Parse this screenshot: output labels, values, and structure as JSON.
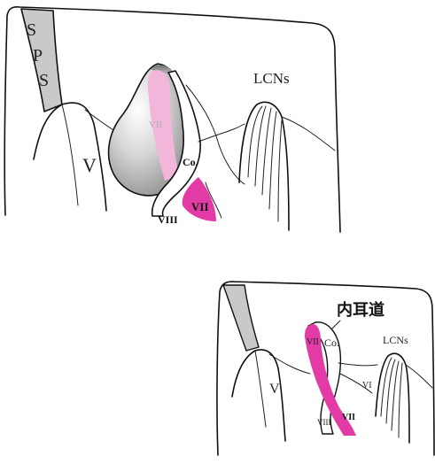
{
  "colors": {
    "nerve_magenta": "#e23ba5",
    "nerve_pale": "#f3b6db",
    "sinus_gray": "#c8c8c8",
    "tumor_gray": "#b9b9b9",
    "line": "#111111"
  },
  "top_figure": {
    "labels": {
      "sps_s1": "S",
      "sps_p": "P",
      "sps_s2": "S",
      "v": "V",
      "vii_upper": "VII",
      "co": "Co.",
      "vii_lower": "VII",
      "viii": "VIII",
      "lcns": "LCNs"
    }
  },
  "bottom_figure": {
    "labels": {
      "iac": "内耳道",
      "vii_upper": "VII",
      "co": "Co.",
      "lcns": "LCNs",
      "vi": "VI",
      "v": "V",
      "viii": "VIII",
      "vii_lower": "VII"
    }
  }
}
